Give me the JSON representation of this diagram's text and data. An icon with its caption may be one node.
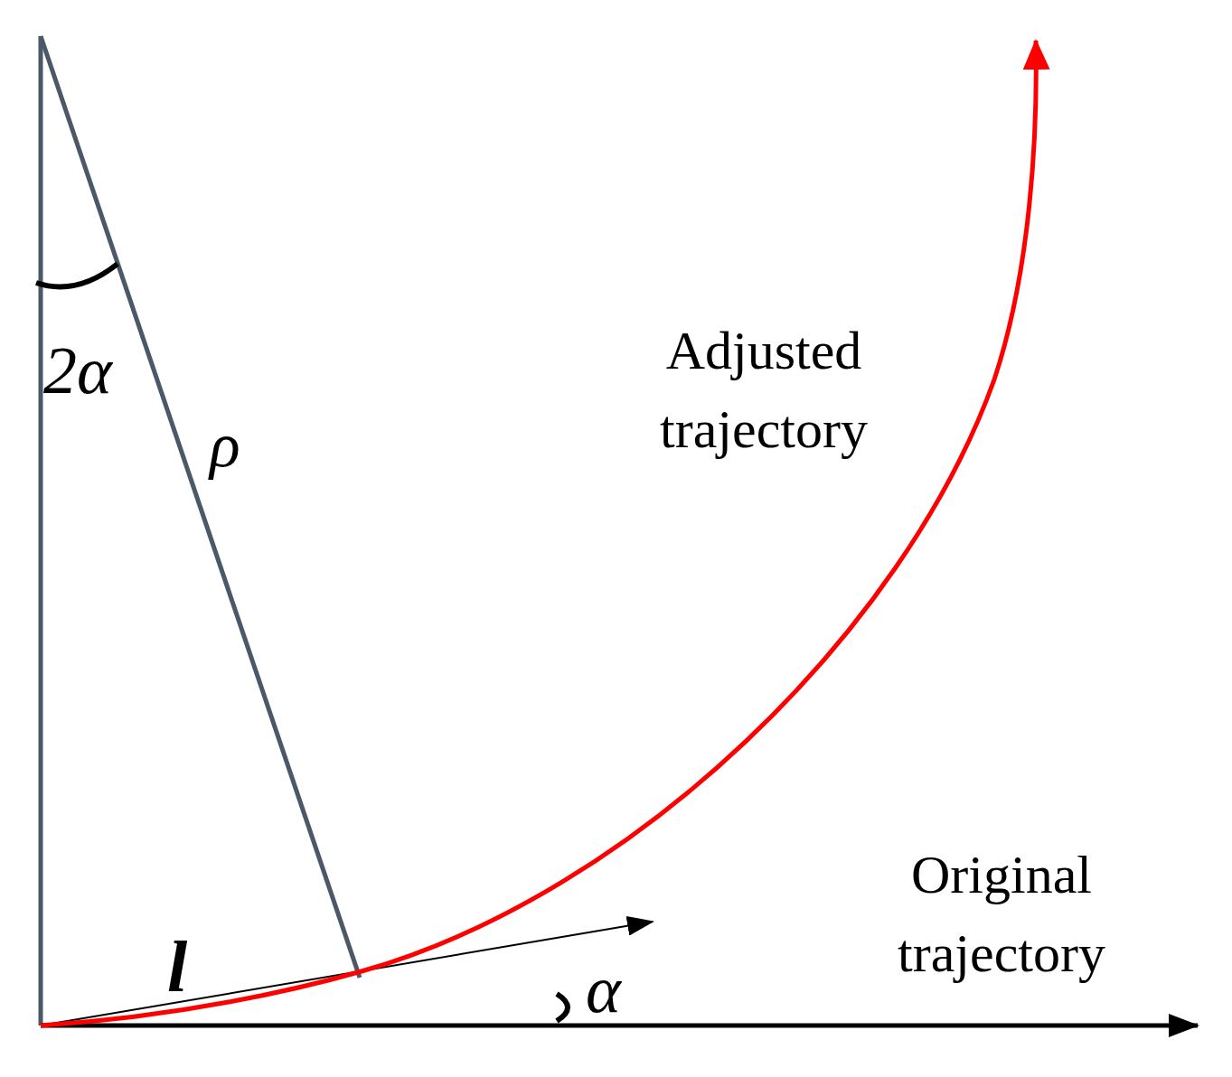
{
  "diagram": {
    "labels": [
      "Adjusted trajectory",
      "2α",
      "ρ",
      "Original trajectory",
      "l",
      "α"
    ]
  }
}
